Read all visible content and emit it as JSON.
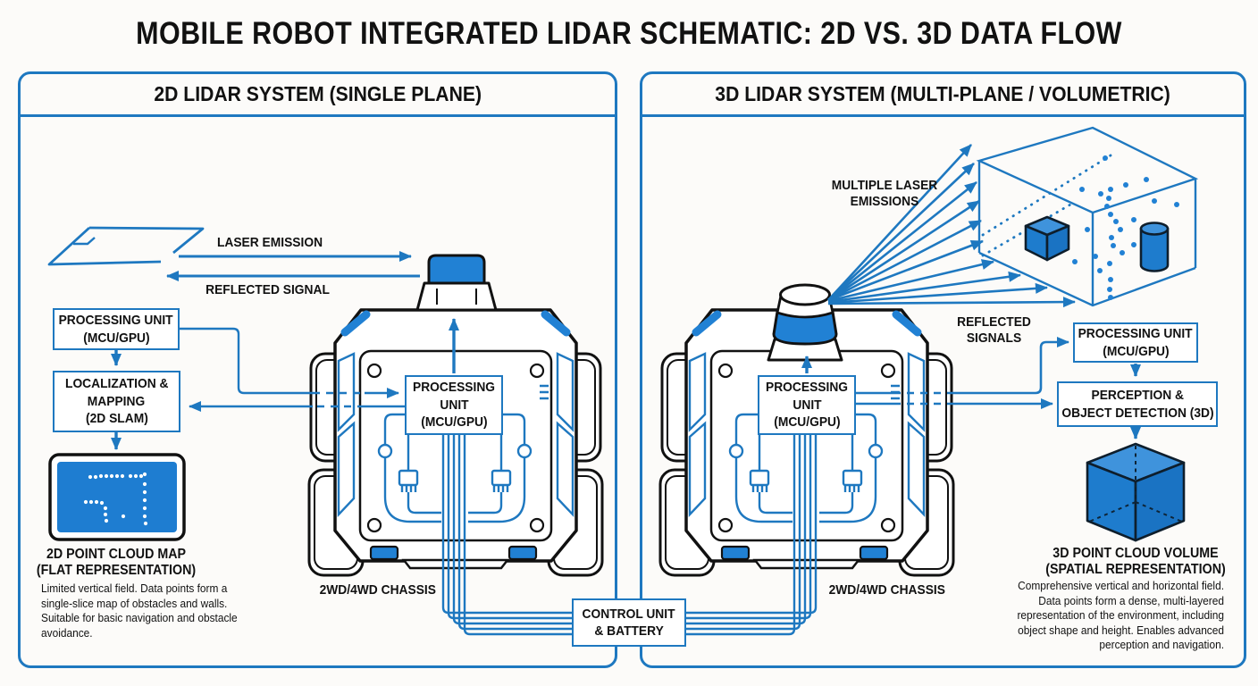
{
  "title": "MOBILE ROBOT INTEGRATED LIDAR SCHEMATIC: 2D VS. 3D DATA FLOW",
  "colors": {
    "accent": "#1e78c0",
    "fill": "#2181d4",
    "map": "#1e7dd1",
    "ink": "#111111"
  },
  "left_panel": {
    "header": "2D LIDAR SYSTEM (SINGLE PLANE)",
    "laser_emission": "LASER EMISSION",
    "reflected_signal": "REFLECTED SIGNAL",
    "processing_unit": [
      "PROCESSING UNIT",
      "(MCU/GPU)"
    ],
    "slam": [
      "LOCALIZATION &",
      "MAPPING",
      "(2D SLAM)"
    ],
    "robot_processing": [
      "PROCESSING",
      "UNIT",
      "(MCU/GPU)"
    ],
    "chassis": "2WD/4WD CHASSIS",
    "map_title": [
      "2D POINT CLOUD MAP",
      "(FLAT REPRESENTATION)"
    ],
    "map_desc": [
      "Limited vertical field. Data points form a",
      "single-slice map of obstacles and walls.",
      "Suitable for basic navigation and obstacle",
      "avoidance."
    ]
  },
  "right_panel": {
    "header": "3D LIDAR SYSTEM (MULTI-PLANE / VOLUMETRIC)",
    "multiple_laser": [
      "MULTIPLE LASER",
      "EMISSIONS"
    ],
    "reflected_signals": [
      "REFLECTED",
      "SIGNALS"
    ],
    "processing_unit": [
      "PROCESSING UNIT",
      "(MCU/GPU)"
    ],
    "perception": [
      "PERCEPTION &",
      "OBJECT DETECTION (3D)"
    ],
    "robot_processing": [
      "PROCESSING",
      "UNIT",
      "(MCU/GPU)"
    ],
    "chassis": "2WD/4WD CHASSIS",
    "volume_title": [
      "3D POINT CLOUD VOLUME",
      "(SPATIAL REPRESENTATION)"
    ],
    "volume_desc": [
      "Comprehensive vertical and horizontal field.",
      "Data points form a dense, multi-layered",
      "representation of the environment, including",
      "object shape and height. Enables advanced",
      "perception and navigation."
    ]
  },
  "shared": {
    "control_unit": [
      "CONTROL UNIT",
      "& BATTERY"
    ]
  }
}
